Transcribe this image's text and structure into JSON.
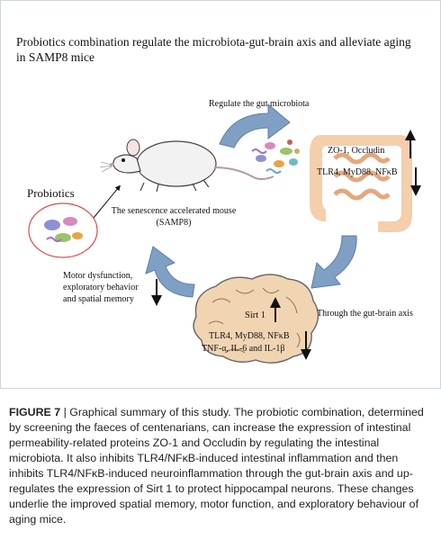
{
  "figure": {
    "title": "Probiotics combination regulate the microbiota-gut-brain axis and alleviate aging in SAMP8 mice",
    "labels": {
      "microbiota": "Regulate the gut microbiota",
      "probiotics": "Probiotics",
      "mouse": "The senescence accelerated mouse (SAMP8)",
      "gut_brain_axis": "Through the gut-brain axis",
      "gut_up": "ZO-1, Occludin",
      "gut_down": "TLR4, MyD88, NFκB",
      "brain_up": "Sirt 1",
      "brain_down_1": "TLR4, MyD88, NFκB",
      "brain_down_2": "TNF-α, IL-6 and IL-1β",
      "behavior": "Motor dysfunction, exploratory behavior and spatial memory"
    },
    "colors": {
      "cycle_arrow": "#7f9fc4",
      "gut": "#f4c9a3",
      "brain": "#f1d5b3",
      "probiotic_circle": "#e0474c"
    }
  },
  "caption": {
    "label": "FIGURE 7",
    "separator": "|",
    "text": "Graphical summary of this study. The probiotic combination, determined by screening the faeces of centenarians, can increase the expression of intestinal permeability-related proteins ZO-1 and Occludin by regulating the intestinal microbiota. It also inhibits TLR4/NFκB-induced intestinal inflammation and then inhibits TLR4/NFκB-induced neuroinflammation through the gut-brain axis and up-regulates the expression of Sirt 1 to protect hippocampal neurons. These changes underlie the improved spatial memory, motor function, and exploratory behaviour of aging mice."
  }
}
